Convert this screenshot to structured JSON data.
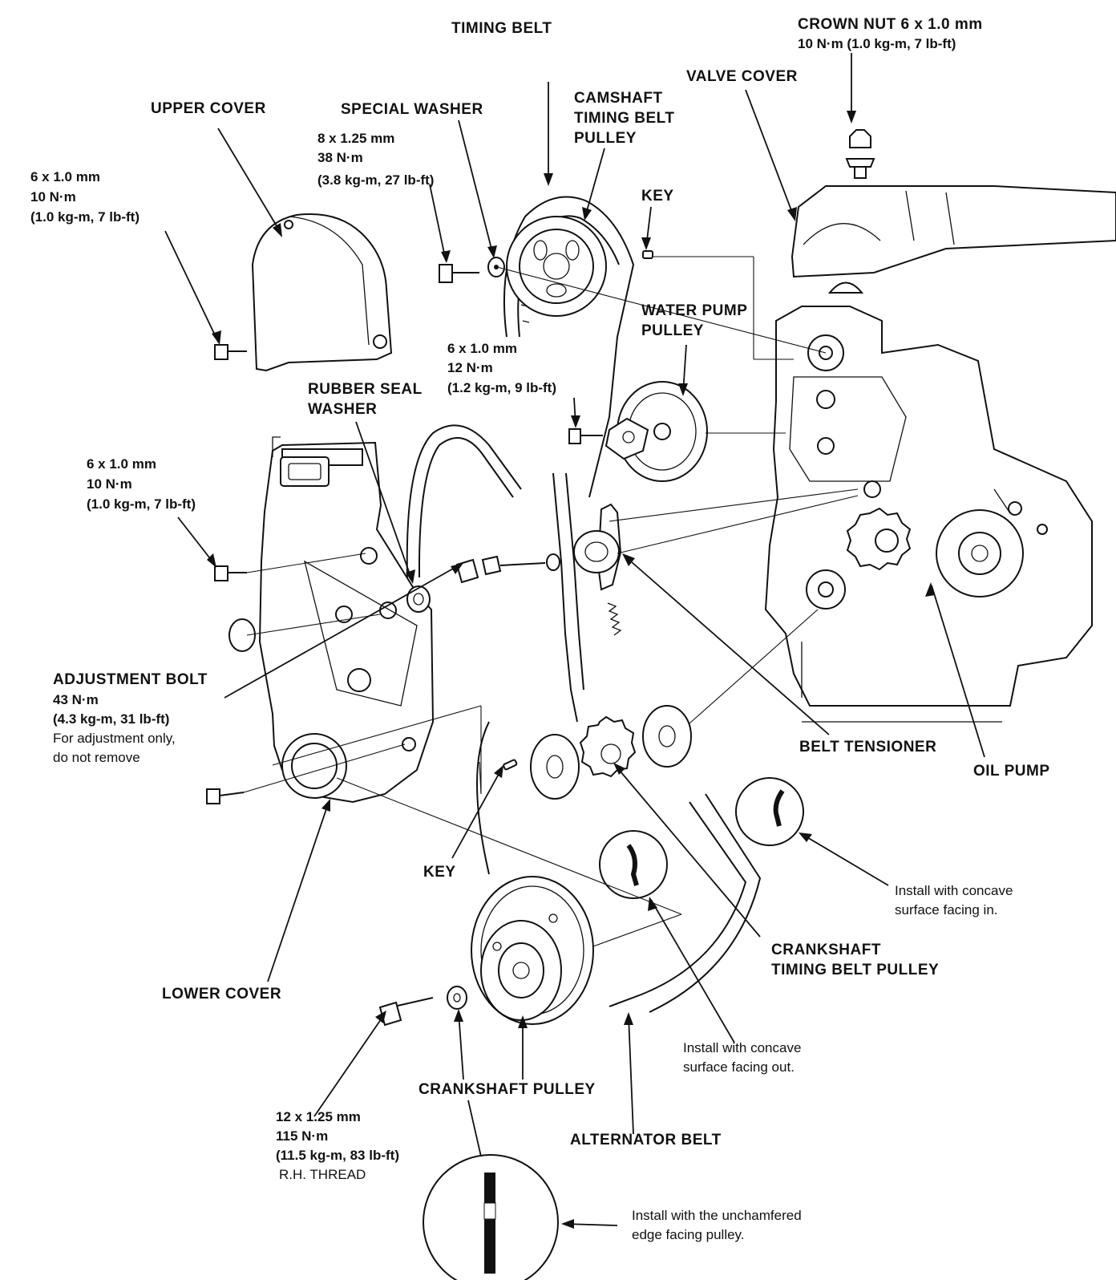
{
  "labels": {
    "timing_belt": "TIMING BELT",
    "crown_nut_1": "CROWN NUT 6 x 1.0 mm",
    "crown_nut_2": "10 N·m (1.0 kg-m, 7 lb-ft)",
    "valve_cover": "VALVE COVER",
    "upper_cover": "UPPER COVER",
    "special_washer": "SPECIAL WASHER",
    "camshaft_1": "CAMSHAFT",
    "camshaft_2": "TIMING BELT",
    "camshaft_3": "PULLEY",
    "key_top": "KEY",
    "water_pump_1": "WATER PUMP",
    "water_pump_2": "PULLEY",
    "rubber_seal_1": "RUBBER SEAL",
    "rubber_seal_2": "WASHER",
    "adjustment_bolt": "ADJUSTMENT BOLT",
    "belt_tensioner": "BELT TENSIONER",
    "oil_pump": "OIL PUMP",
    "key_bottom": "KEY",
    "crankshaft_tbp_1": "CRANKSHAFT",
    "crankshaft_tbp_2": "TIMING BELT PULLEY",
    "lower_cover": "LOWER COVER",
    "crankshaft_pulley": "CRANKSHAFT PULLEY",
    "alternator_belt": "ALTERNATOR BELT"
  },
  "specs": {
    "upper_cover_bolt": [
      "6 x 1.0 mm",
      "10 N·m",
      "(1.0 kg-m, 7 lb-ft)"
    ],
    "cam_pulley_bolt": [
      "8 x 1.25 mm",
      "38 N·m",
      "(3.8 kg-m, 27 lb-ft)"
    ],
    "water_pump_bolt": [
      "6 x 1.0 mm",
      "12 N·m",
      "(1.2 kg-m, 9 lb-ft)"
    ],
    "lower_cover_bolt": [
      "6 x 1.0 mm",
      "10 N·m",
      "(1.0 kg-m, 7 lb-ft)"
    ],
    "adjustment_bolt": [
      "43 N·m",
      "(4.3 kg-m, 31 lb-ft)"
    ],
    "crank_pulley_bolt": [
      "12 x 1.25 mm",
      "115 N·m",
      "(11.5 kg-m, 83 lb-ft)"
    ]
  },
  "notes": {
    "adjustment_1": "For adjustment only,",
    "adjustment_2": "do not remove",
    "concave_in_1": "Install with concave",
    "concave_in_2": "surface facing in.",
    "concave_out_1": "Install with concave",
    "concave_out_2": "surface facing out.",
    "rh_thread": "R.H.  THREAD",
    "unchamfered_1": "Install with the unchamfered",
    "unchamfered_2": "edge facing pulley."
  }
}
